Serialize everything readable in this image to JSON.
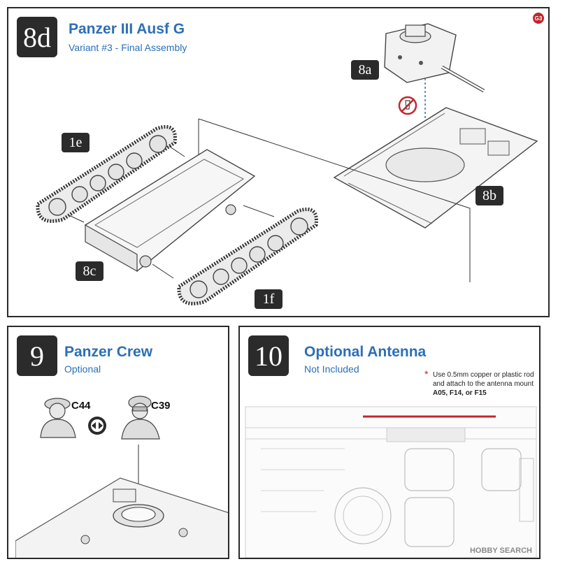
{
  "step8d": {
    "badge": "8d",
    "title": "Panzer III Ausf G",
    "subtitle": "Variant #3 - Final Assembly",
    "callouts": {
      "turret": "8a",
      "hull_top": "8b",
      "hull_bottom": "8c",
      "track_left": "1e",
      "track_right": "1f"
    },
    "corner": "G3"
  },
  "step9": {
    "badge": "9",
    "title": "Panzer Crew",
    "subtitle": "Optional",
    "part_a": "C44",
    "part_b": "C39"
  },
  "step10": {
    "badge": "10",
    "title": "Optional Antenna",
    "subtitle": "Not Included",
    "note_line1": "Use 0.5mm copper or plastic rod",
    "note_line2": "and attach to the antenna mount",
    "note_parts": "A05, F14, or F15"
  },
  "watermark": "HOBBY SEARCH",
  "colors": {
    "accent_blue": "#2c6fb6",
    "antenna_red": "#c0272d",
    "badge_dark": "#2b2b2b"
  }
}
